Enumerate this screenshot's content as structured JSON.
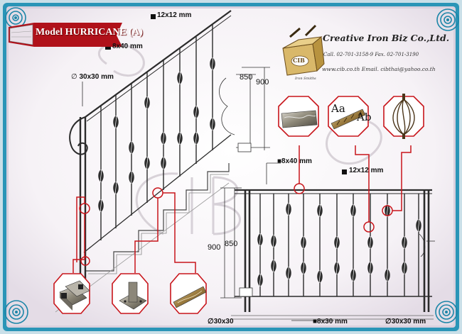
{
  "title": "Model HURRICANE (A)",
  "company": {
    "name": "Creative Iron Biz Co.,Ltd.",
    "contact": "Call. 02-701-3158-9 Fax. 02-701-3190",
    "web": "www.cib.co.th  Email. cibthai@yahoo.co.th",
    "logo_text": "CIB",
    "logo_caption": "Iron Smiths"
  },
  "stair": {
    "top_rail": "12x12 mm",
    "handrail": "8x40 mm",
    "post": "30x30 mm",
    "height_a": "850",
    "height_b": "900"
  },
  "balcony": {
    "handrail": "8x40 mm",
    "top_rail": "12x12 mm",
    "height_a": "900",
    "height_b": "850",
    "post_left": "30x30",
    "bottom_rail": "8x30 mm",
    "post_right": "30x30 mm"
  },
  "callouts": {
    "aa": "Aa",
    "ab": "Ab"
  },
  "colors": {
    "background": "#d9d2df",
    "paper": "#fbf9fb",
    "frame": "#1f8fb0",
    "accent_red": "#c8151b",
    "steel": "#7a7a7a"
  }
}
